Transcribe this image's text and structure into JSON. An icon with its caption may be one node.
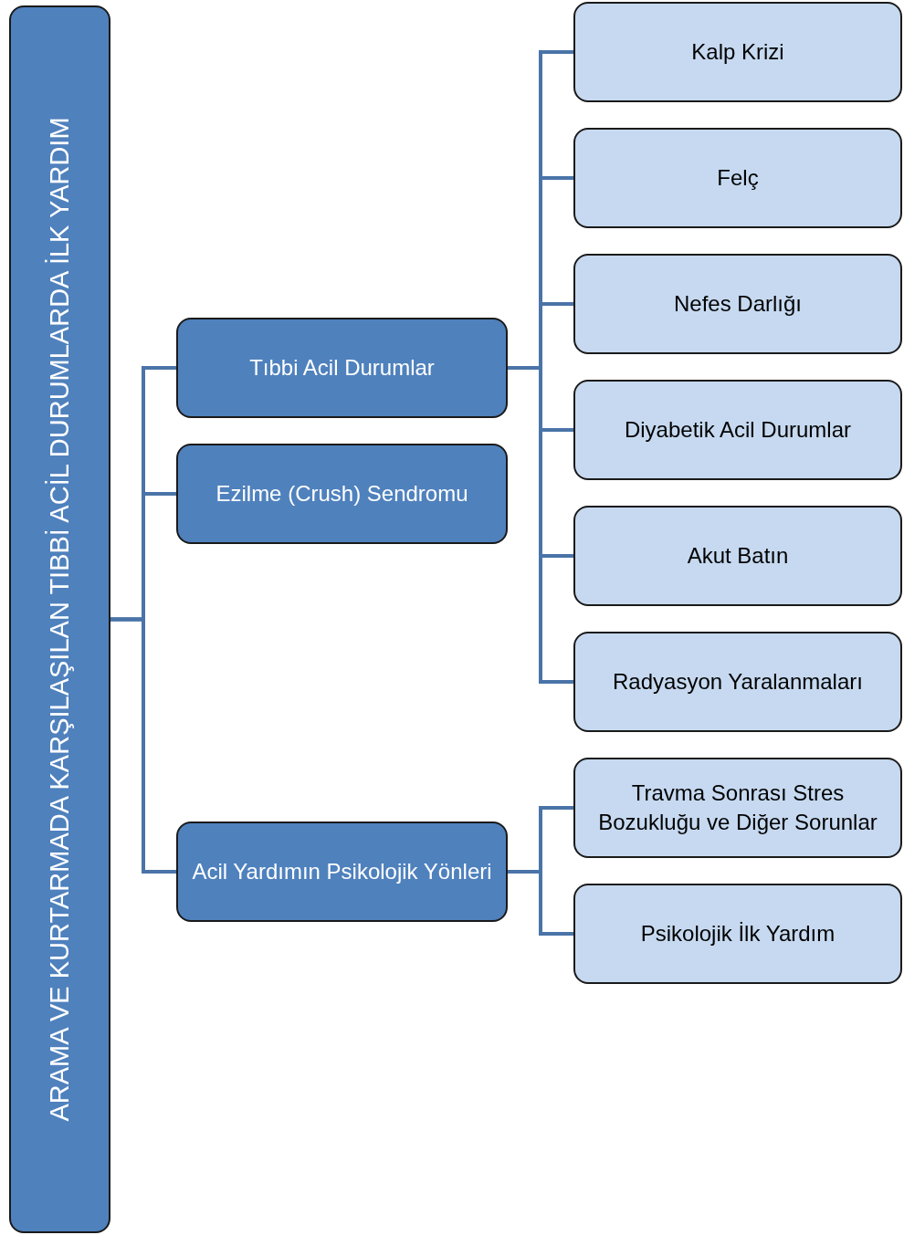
{
  "diagram": {
    "nodes": [
      {
        "text": [
          "ARAMA VE KURTARMADA KARŞILAŞILAN TIBBİ ACİL DURUMLARDA İLK YARDIM"
        ]
      },
      {
        "text": [
          "Tıbbi Acil Durumlar"
        ]
      },
      {
        "text": [
          "Ezilme (Crush) Sendromu"
        ]
      },
      {
        "text": [
          "Acil Yardımın Psikolojik Yönleri"
        ]
      },
      {
        "text": [
          "Kalp Krizi"
        ]
      },
      {
        "text": [
          "Felç"
        ]
      },
      {
        "text": [
          "Nefes Darlığı"
        ]
      },
      {
        "text": [
          "Diyabetik Acil Durumlar"
        ]
      },
      {
        "text": [
          "Akut Batın"
        ]
      },
      {
        "text": [
          "Radyasyon Yaralanmaları"
        ]
      },
      {
        "text": [
          "Travma Sonrası Stres Bozukluğu ve Diğer Sorunlar"
        ]
      },
      {
        "text": [
          "Psikolojik İlk Yardım"
        ]
      }
    ],
    "edges": [
      {
        "from": 0,
        "to": 1,
        "arrow": "none"
      },
      {
        "from": 0,
        "to": 2,
        "arrow": "none"
      },
      {
        "from": 0,
        "to": 3,
        "arrow": "none"
      },
      {
        "from": 1,
        "to": 4,
        "arrow": "none"
      },
      {
        "from": 1,
        "to": 5,
        "arrow": "none"
      },
      {
        "from": 1,
        "to": 6,
        "arrow": "none"
      },
      {
        "from": 1,
        "to": 7,
        "arrow": "none"
      },
      {
        "from": 1,
        "to": 8,
        "arrow": "none"
      },
      {
        "from": 1,
        "to": 9,
        "arrow": "none"
      },
      {
        "from": 3,
        "to": 10,
        "arrow": "none"
      },
      {
        "from": 3,
        "to": 11,
        "arrow": "none"
      }
    ]
  }
}
